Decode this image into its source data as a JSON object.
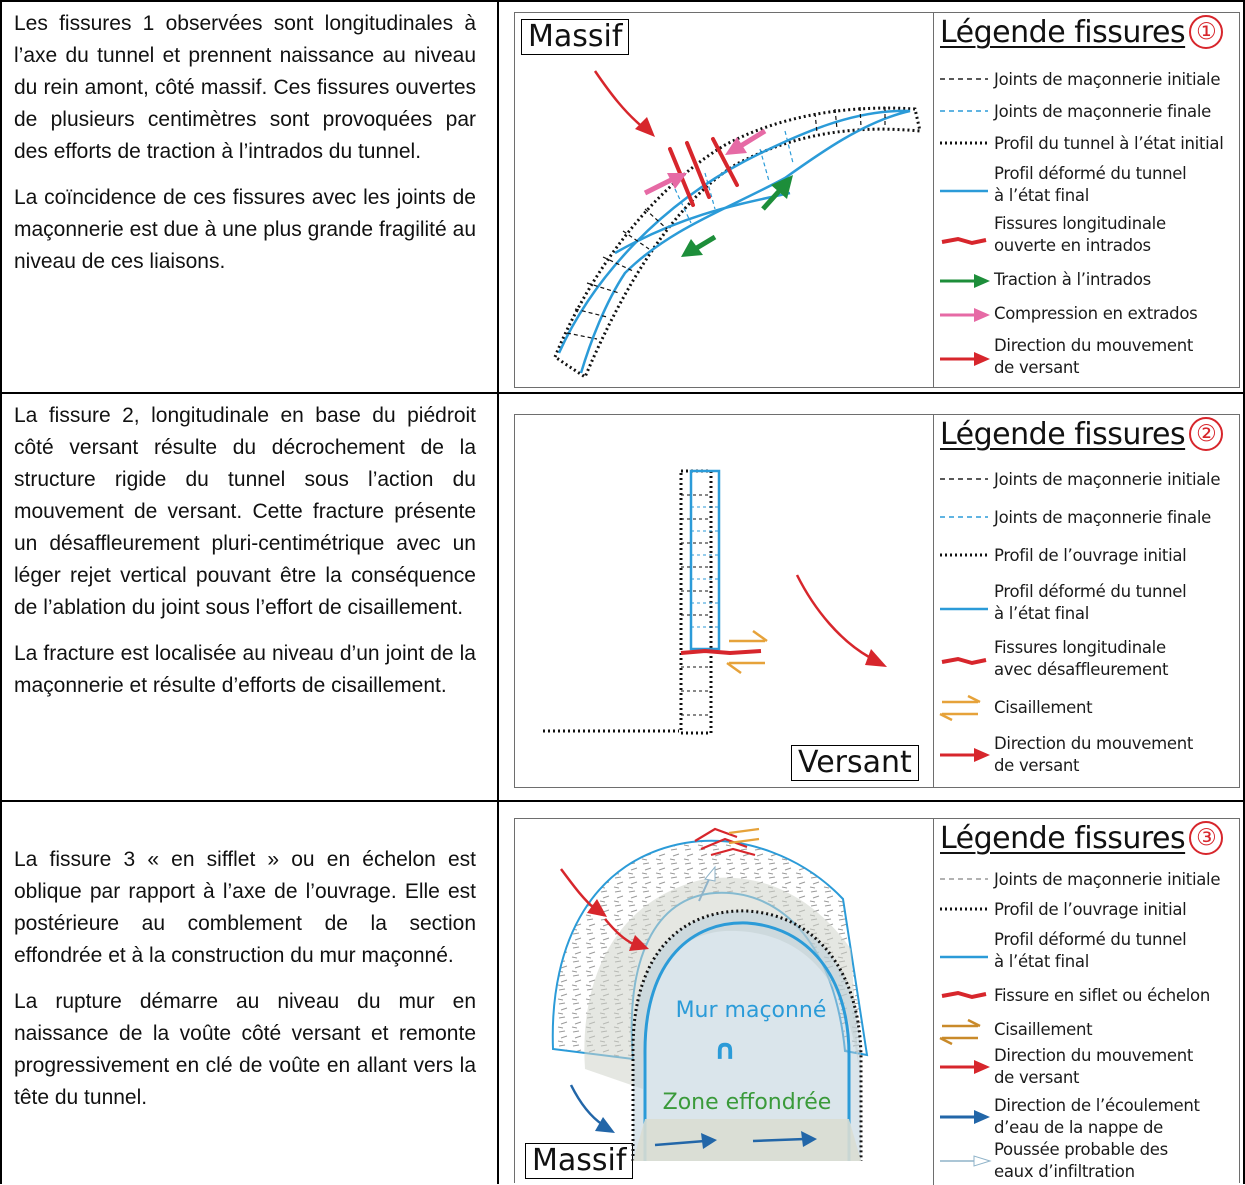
{
  "rows": [
    {
      "paragraphs": [
        "Les fissures 1 observées sont longitudinales à l’axe du tunnel et prennent naissance au niveau du rein amont, côté massif. Ces fissures ouvertes de plusieurs centimètres sont provoquées par des efforts de traction à l’intrados du tunnel.",
        "La coïncidence de ces fissures avec les joints de maçonnerie est due à une plus grande fragilité au niveau de ces liaisons."
      ],
      "figure": {
        "box_label": "Massif",
        "legend_title": "Légende fissures",
        "legend_number": "①",
        "legend": [
          {
            "symbol": "dashed-black",
            "label": "Joints de maçonnerie initiale"
          },
          {
            "symbol": "dashed-blue",
            "label": "Joints de maçonnerie finale"
          },
          {
            "symbol": "dotted-black",
            "label": "Profil du tunnel à l’état initial"
          },
          {
            "symbol": "solid-blue",
            "label": "Profil déformé du tunnel\nà l’état final"
          },
          {
            "symbol": "red-crack",
            "label": "Fissures longitudinale\nouverte en intrados"
          },
          {
            "symbol": "green-arrow",
            "label": "Traction à l’intrados"
          },
          {
            "symbol": "pink-arrow",
            "label": "Compression en extrados"
          },
          {
            "symbol": "red-arrow",
            "label": "Direction du mouvement\nde versant"
          }
        ]
      }
    },
    {
      "paragraphs": [
        "La fissure 2, longitudinale en base du piédroit côté versant résulte du décrochement de la structure rigide du tunnel sous l’action du mouvement de versant. Cette fracture présente un désaffleurement pluri-centimétrique avec un léger rejet vertical pouvant être la conséquence de l’ablation du joint sous l’effort de cisaillement.",
        "La fracture est localisée au niveau d’un joint de la maçonnerie et résulte d’efforts de cisaillement."
      ],
      "figure": {
        "box_label": "Versant",
        "legend_title": "Légende fissures",
        "legend_number": "②",
        "legend": [
          {
            "symbol": "dashed-black",
            "label": "Joints de maçonnerie initiale"
          },
          {
            "symbol": "dashed-blue",
            "label": "Joints de maçonnerie finale"
          },
          {
            "symbol": "dotted-black",
            "label": "Profil de l’ouvrage initial"
          },
          {
            "symbol": "solid-blue",
            "label": "Profil déformé du tunnel\nà l’état final"
          },
          {
            "symbol": "red-crack",
            "label": "Fissures longitudinale\navec désaffleurement"
          },
          {
            "symbol": "shear-arrows",
            "label": "Cisaillement"
          },
          {
            "symbol": "red-arrow",
            "label": "Direction du mouvement\nde versant"
          }
        ]
      }
    },
    {
      "paragraphs": [
        "La fissure 3 « en sifflet » ou en échelon est oblique par rapport à l’axe de l’ouvrage. Elle est postérieure au comblement de la section effondrée et à la construction du mur maçonné.",
        "La rupture démarre au niveau du mur en naissance de la voûte côté versant et remonte progressivement en clé de voûte en allant vers la tête du tunnel."
      ],
      "figure": {
        "box_label": "Massif",
        "mur_label": "Mur maçonné",
        "zone_label": "Zone effondrée",
        "legend_title": "Légende fissures",
        "legend_number": "③",
        "legend": [
          {
            "symbol": "dashed-grey",
            "label": "Joints de maçonnerie initiale"
          },
          {
            "symbol": "dotted-black",
            "label": "Profil de l’ouvrage initial"
          },
          {
            "symbol": "solid-blue",
            "label": "Profil déformé du tunnel\nà l’état final"
          },
          {
            "symbol": "red-crack",
            "label": "Fissure en siflet ou échelon"
          },
          {
            "symbol": "shear-arrows",
            "label": "Cisaillement"
          },
          {
            "symbol": "red-arrow",
            "label": "Direction du mouvement\nde versant"
          },
          {
            "symbol": "blue-arrow",
            "label": "Direction de l’écoulement\nd’eau de la nappe de"
          },
          {
            "symbol": "white-arrow",
            "label": "Poussée probable des\neaux d’infiltration"
          }
        ]
      }
    }
  ],
  "colors": {
    "red": "#d7262c",
    "blue": "#2b9bd8",
    "green": "#1d8e3a",
    "pink": "#e66aa5",
    "orange": "#e6a23a",
    "dark_blue": "#2266a8"
  }
}
